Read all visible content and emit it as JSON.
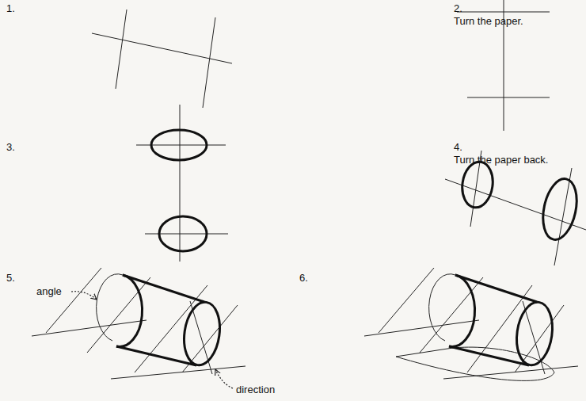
{
  "diagram": {
    "labels": [
      "1.",
      "2.",
      "Turn the paper.",
      "3.",
      "4.",
      "Turn the paper back.",
      "5.",
      "angle",
      "direction",
      "6."
    ]
  }
}
